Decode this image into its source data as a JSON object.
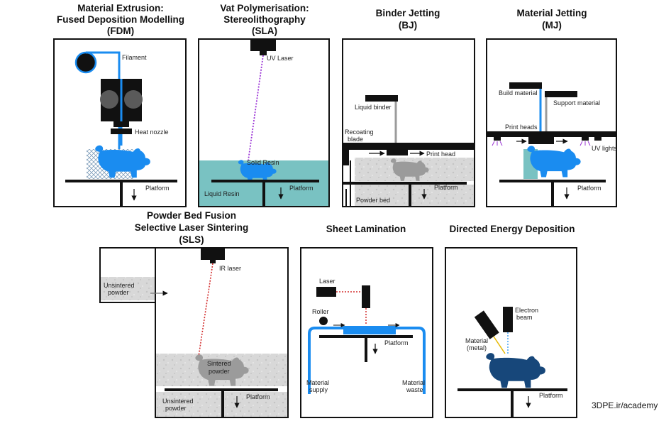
{
  "colors": {
    "pig_blue": "#1a8cf0",
    "pig_gray": "#9b9b9b",
    "pig_navy": "#17477a",
    "resin": "#79c2c2",
    "powder": "#dcdcdc",
    "line": "#111111"
  },
  "panels": {
    "fdm": {
      "title": [
        "Material Extrusion:",
        "Fused Deposition Modelling",
        "(FDM)"
      ],
      "filament": "Filament",
      "heat_nozzle": "Heat nozzle",
      "platform": "Platform"
    },
    "sla": {
      "title": [
        "Vat Polymerisation:",
        "Stereolithography",
        "(SLA)"
      ],
      "uv_laser": "UV Laser",
      "solid_resin": "Solid Resin",
      "liquid_resin": "Liquid Resin",
      "platform": "Platform"
    },
    "bj": {
      "title": [
        "Binder Jetting",
        "(BJ)"
      ],
      "liquid_binder": "Liquid binder",
      "recoating_blade": [
        "Recoating",
        "blade"
      ],
      "print_head": "Print head",
      "platform": "Platform",
      "powder_bed": "Powder bed"
    },
    "mj": {
      "title": [
        "Material Jetting",
        "(MJ)"
      ],
      "build_material": "Build material",
      "support_material": "Support material",
      "print_heads": "Print heads",
      "uv_lights": "UV lights",
      "platform": "Platform"
    },
    "sls": {
      "title": [
        "Powder Bed Fusion",
        "Selective Laser Sintering",
        "(SLS)"
      ],
      "ir_laser": "IR laser",
      "unsintered_top": [
        "Unsintered",
        "powder"
      ],
      "sintered": [
        "Sintered",
        "powder"
      ],
      "platform": "Platform",
      "unsintered_bottom": [
        "Unsintered",
        "powder"
      ]
    },
    "sheet": {
      "title": [
        "Sheet Lamination"
      ],
      "laser": "Laser",
      "roller": "Roller",
      "platform": "Platform",
      "supply": [
        "Material",
        "supply"
      ],
      "waste": [
        "Material",
        "waste"
      ]
    },
    "ded": {
      "title": [
        "Directed Energy Deposition"
      ],
      "electron_beam": [
        "Electron",
        "beam"
      ],
      "material": [
        "Material",
        "(metal)"
      ],
      "platform": "Platform"
    }
  },
  "watermark": "3DPE.ir/academy"
}
